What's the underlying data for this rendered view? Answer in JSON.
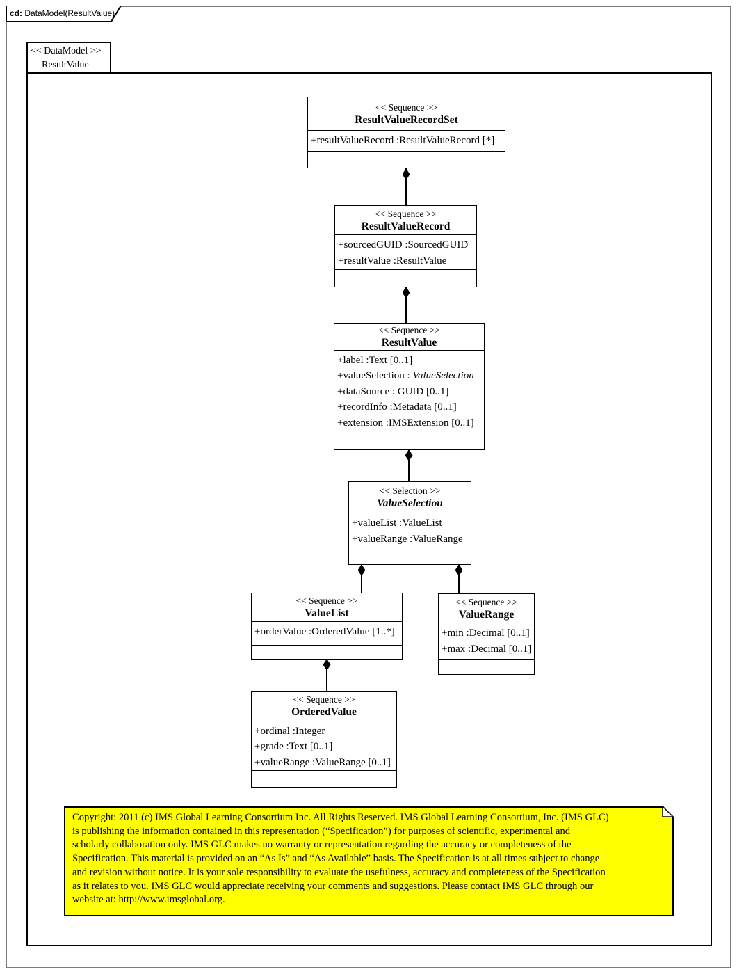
{
  "diagram_tab": {
    "prefix": "cd:",
    "title": " DataModel(ResultValue)"
  },
  "frame": {
    "stereotype": "<< DataModel >>",
    "name": "ResultValue"
  },
  "classes": [
    {
      "stereotype": "<< Sequence >>",
      "name": "ResultValueRecordSet",
      "attributes": [
        {
          "text": "+resultValueRecord :ResultValueRecord [*]"
        }
      ]
    },
    {
      "stereotype": "<< Sequence >>",
      "name": "ResultValueRecord",
      "attributes": [
        {
          "text": "+sourcedGUID :SourcedGUID"
        },
        {
          "text": "+resultValue :ResultValue"
        }
      ]
    },
    {
      "stereotype": "<< Sequence >>",
      "name": "ResultValue",
      "attributes": [
        {
          "text": "+label :Text [0..1]"
        },
        {
          "pre": "+valueSelection : ",
          "em": "ValueSelection"
        },
        {
          "text": "+dataSource : GUID [0..1]"
        },
        {
          "text": "+recordInfo :Metadata [0..1]"
        },
        {
          "text": "+extension :IMSExtension [0..1]"
        }
      ]
    },
    {
      "stereotype": "<< Selection >>",
      "name": "ValueSelection",
      "attributes": [
        {
          "text": "+valueList :ValueList"
        },
        {
          "text": "+valueRange :ValueRange"
        }
      ]
    },
    {
      "stereotype": "<< Sequence >>",
      "name": "ValueList",
      "attributes": [
        {
          "text": "+orderValue :OrderedValue [1..*]"
        }
      ]
    },
    {
      "stereotype": "<< Sequence >>",
      "name": "ValueRange",
      "attributes": [
        {
          "text": "+min :Decimal [0..1]"
        },
        {
          "text": "+max :Decimal [0..1]"
        }
      ]
    },
    {
      "stereotype": "<< Sequence >>",
      "name": "OrderedValue",
      "attributes": [
        {
          "text": "+ordinal :Integer"
        },
        {
          "text": "+grade :Text [0..1]"
        },
        {
          "text": "+valueRange :ValueRange [0..1]"
        }
      ]
    }
  ],
  "relationships": [
    {
      "type": "composition",
      "parent": "ResultValueRecordSet",
      "child": "ResultValueRecord"
    },
    {
      "type": "composition",
      "parent": "ResultValueRecord",
      "child": "ResultValue"
    },
    {
      "type": "composition",
      "parent": "ResultValue",
      "child": "ValueSelection"
    },
    {
      "type": "composition",
      "parent": "ValueSelection",
      "child": "ValueList"
    },
    {
      "type": "composition",
      "parent": "ValueSelection",
      "child": "ValueRange"
    },
    {
      "type": "composition",
      "parent": "ValueList",
      "child": "OrderedValue"
    }
  ],
  "note": {
    "lines": [
      "Copyright: 2011 (c) IMS Global Learning Consortium Inc.   All Rights Reserved.   IMS Global Learning Consortium, Inc. (IMS GLC)",
      "is publishing the information contained in this representation (“Specification”) for purposes of scientific, experimental and",
      "scholarly collaboration only.   IMS GLC makes no warranty or representation regarding  the accuracy or completeness of the",
      "Specification.   This material is provided on an “As Is” and “As Available” basis.   The Specification is at all times subject to change",
      "and revision without notice.   It is your sole responsibility to evaluate the usefulness, accuracy and completeness of the Specification",
      "as it relates to you.   IMS GLC would appreciate receiving your comments and suggestions.   Please contact IMS GLC through our",
      "website at: http://www.imsglobal.org."
    ]
  },
  "colors": {
    "note_bg": "#FFFF00",
    "line": "#000000",
    "outer_border": "#7a7a7a"
  }
}
